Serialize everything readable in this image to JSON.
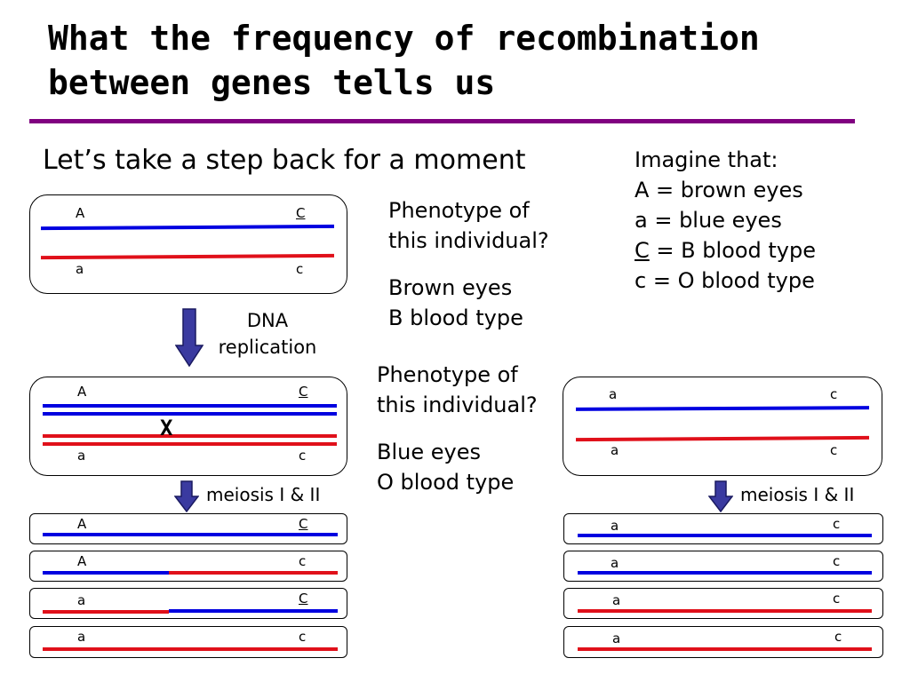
{
  "title": {
    "line1": "What the frequency of recombination",
    "line2": "between genes tells us"
  },
  "subtitle": "Let’s take a step back for a moment",
  "imagine": {
    "heading": "Imagine that:",
    "line1": "A = brown eyes",
    "line2": "a = blue eyes",
    "line3_allele": "C",
    "line3_rest": " = B blood type",
    "line4": "c = O blood type"
  },
  "left_individual": {
    "question": [
      "Phenotype of",
      "this individual?"
    ],
    "answer": [
      "Brown eyes",
      "B blood type"
    ],
    "chromosome_top": {
      "left": "A",
      "right": "C"
    },
    "chromosome_bottom": {
      "left": "a",
      "right": "c"
    },
    "replication_label": [
      "DNA",
      "replication"
    ],
    "replicated": {
      "top_left": "A",
      "top_right": "C",
      "bottom_left": "a",
      "bottom_right": "c",
      "crossover_mark": "X"
    },
    "meiosis_label": "meiosis I & II",
    "gametes": [
      {
        "left": "A",
        "right": "C",
        "pattern": "blue"
      },
      {
        "left": "A",
        "right": "c",
        "pattern": "blue-red"
      },
      {
        "left": "a",
        "right": "C",
        "pattern": "red-blue"
      },
      {
        "left": "a",
        "right": "c",
        "pattern": "red"
      }
    ]
  },
  "right_individual": {
    "question": [
      "Phenotype of",
      "this individual?"
    ],
    "answer": [
      "Blue eyes",
      "O blood type"
    ],
    "chromosome_top": {
      "left": "a",
      "right": "c"
    },
    "chromosome_bottom": {
      "left": "a",
      "right": "c"
    },
    "meiosis_label": "meiosis I & II",
    "gametes": [
      {
        "left": "a",
        "right": "c",
        "pattern": "blue"
      },
      {
        "left": "a",
        "right": "c",
        "pattern": "blue"
      },
      {
        "left": "a",
        "right": "c",
        "pattern": "red"
      },
      {
        "left": "a",
        "right": "c",
        "pattern": "red"
      }
    ]
  },
  "colors": {
    "title_rule": "#800080",
    "paternal_chromosome": "#0000e0",
    "maternal_chromosome": "#e0101a",
    "arrow_fill": "#3a3aa0"
  }
}
